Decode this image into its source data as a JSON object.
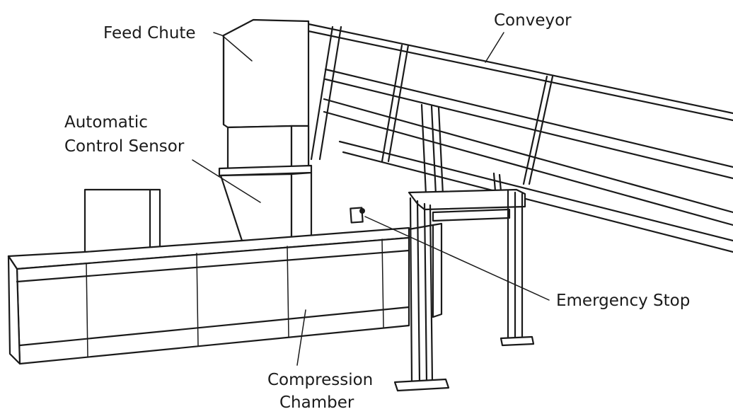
{
  "diagram": {
    "labels": {
      "feed_chute": "Feed Chute",
      "conveyor": "Conveyor",
      "automatic_control_sensor_line1": "Automatic",
      "automatic_control_sensor_line2": "Control Sensor",
      "emergency_stop": "Emergency Stop",
      "compression_chamber_line1": "Compression",
      "compression_chamber_line2": "Chamber"
    },
    "colors": {
      "line": "#1a1a1a",
      "background": "#ffffff"
    }
  }
}
